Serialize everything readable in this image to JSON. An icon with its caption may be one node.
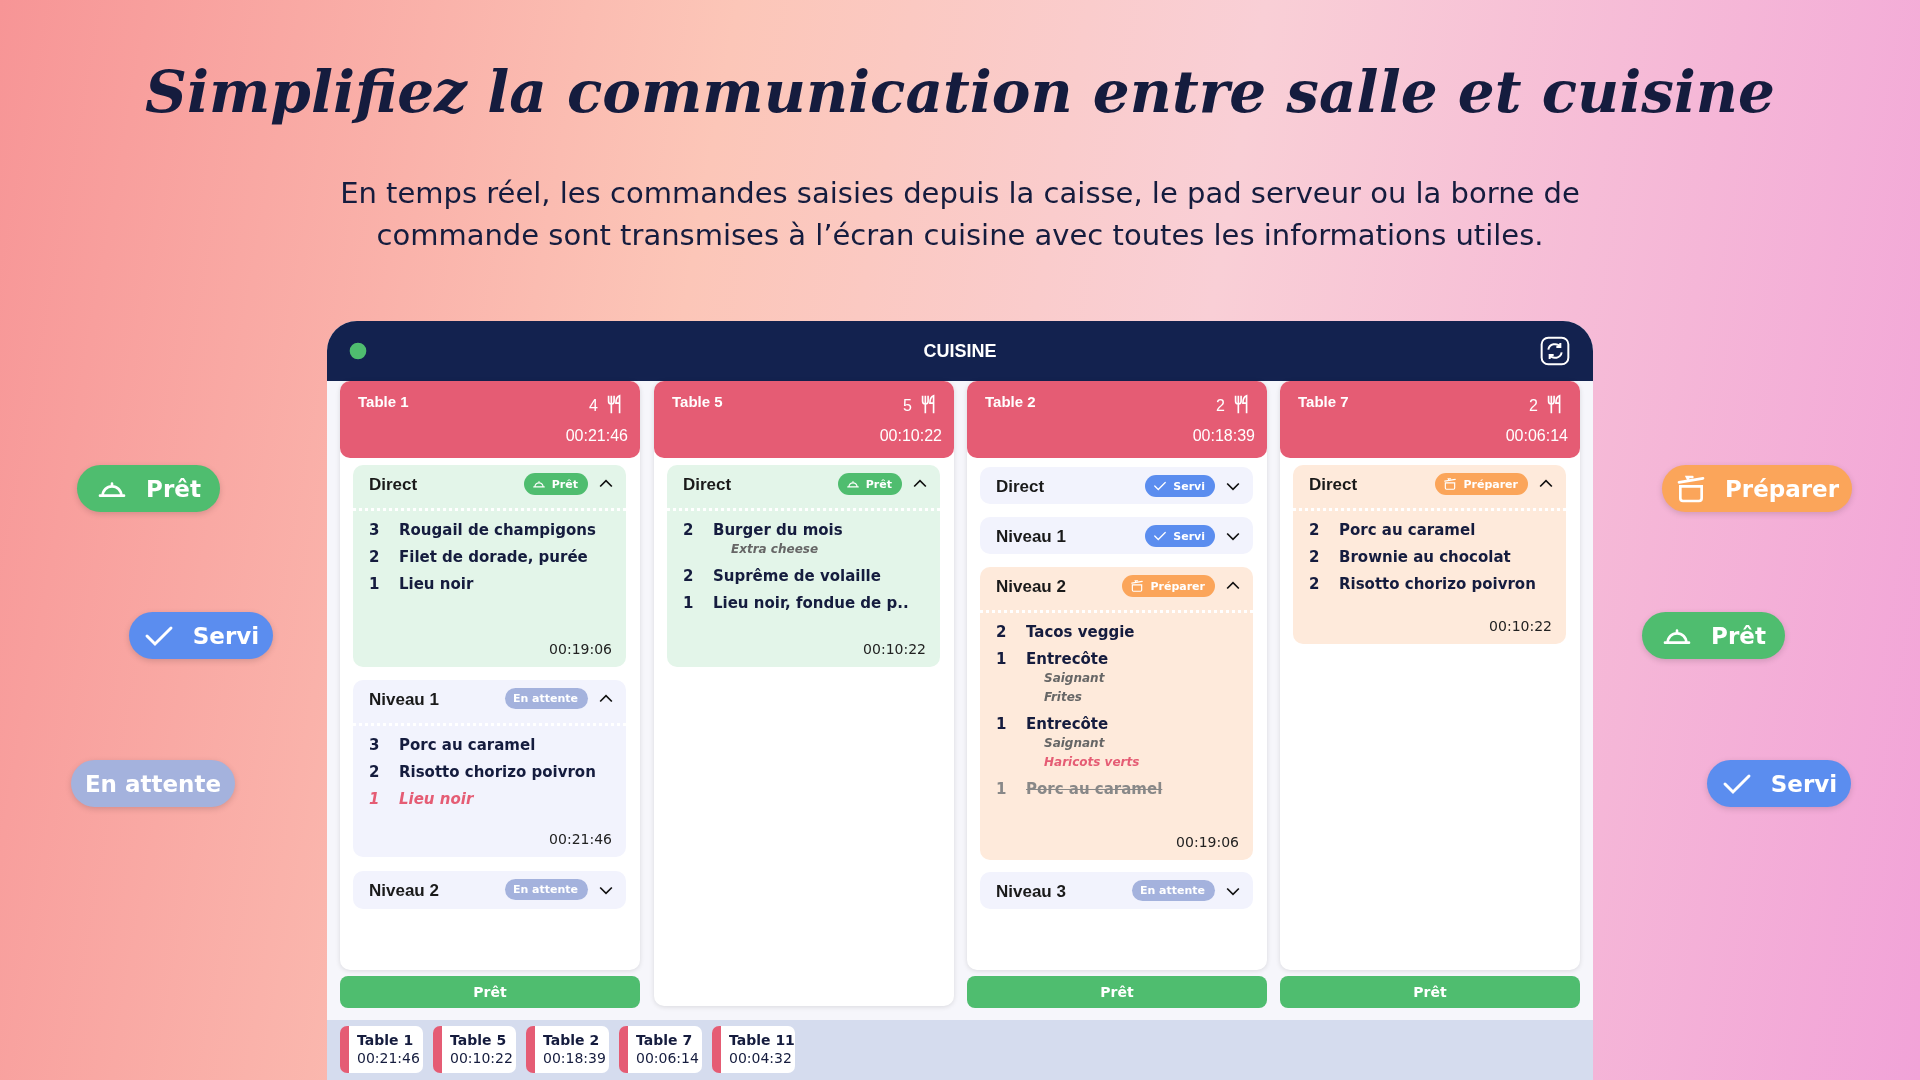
{
  "diagram": {
    "title": "Simplifiez la communication entre salle et cuisine",
    "caption": "En temps réel, les commandes saisies depuis la caisse, le pad serveur ou la borne de commande sont transmises à l’écran cuisine avec toutes les informations utiles.",
    "nodes": [
      {
        "text": [
          "CUISINE"
        ]
      },
      {
        "text": [
          "Table 1",
          "4",
          "00:21:46"
        ],
        "in": 0
      },
      {
        "text": [
          "Direct",
          "3",
          "Rougail de champigons",
          "2",
          "Filet de dorade, purée",
          "1",
          "Lieu noir",
          "00:19:06"
        ],
        "in": 1
      },
      {
        "text": [
          "Prêt"
        ],
        "in": 2
      },
      {
        "text": [
          "Niveau 1",
          "3",
          "Porc au caramel",
          "2",
          "Risotto chorizo poivron",
          "1",
          "Lieu noir",
          "00:21:46"
        ],
        "in": 1
      },
      {
        "text": [
          "En attente"
        ],
        "in": 4
      },
      {
        "text": [
          "Niveau 2"
        ],
        "in": 1
      },
      {
        "text": [
          "En attente"
        ],
        "in": 6
      },
      {
        "text": [
          "Table 5",
          "5",
          "00:10:22"
        ],
        "in": 0
      },
      {
        "text": [
          "Direct",
          "2",
          "Burger du mois",
          "Extra cheese",
          "2",
          "Suprême de volaille",
          "1",
          "Lieu noir, fondue de p..",
          "00:10:22"
        ],
        "in": 8
      },
      {
        "text": [
          "Prêt"
        ],
        "in": 9
      },
      {
        "text": [
          "Table 2",
          "2",
          "00:18:39"
        ],
        "in": 0
      },
      {
        "text": [
          "Direct"
        ],
        "in": 11
      },
      {
        "text": [
          "Servi"
        ],
        "in": 12
      },
      {
        "text": [
          "Niveau 1"
        ],
        "in": 11
      },
      {
        "text": [
          "Servi"
        ],
        "in": 14
      },
      {
        "text": [
          "Niveau 2",
          "2",
          "Tacos veggie",
          "1",
          "Entrecôte",
          "Saignant",
          "Frites",
          "1",
          "Entrecôte",
          "Saignant",
          "Haricots verts",
          "1",
          "Porc au caramel",
          "00:19:06"
        ],
        "in": 11
      },
      {
        "text": [
          "Préparer"
        ],
        "in": 16
      },
      {
        "text": [
          "Niveau 3"
        ],
        "in": 11
      },
      {
        "text": [
          "En attente"
        ],
        "in": 18
      },
      {
        "text": [
          "Table 7",
          "2",
          "00:06:14"
        ],
        "in": 0
      },
      {
        "text": [
          "Direct",
          "2",
          "Porc au caramel",
          "2",
          "Brownie au chocolat",
          "2",
          "Risotto chorizo poivron",
          "00:10:22"
        ],
        "in": 20
      },
      {
        "text": [
          "Préparer"
        ],
        "in": 21
      },
      {
        "text": [
          "Prêt"
        ],
        "in": 0
      },
      {
        "text": [
          "Prêt"
        ],
        "in": 0
      },
      {
        "text": [
          "Prêt"
        ],
        "in": 0
      },
      {
        "text": [
          "Table 1",
          "00:21:46"
        ],
        "in": 0
      },
      {
        "text": [
          "Table 5",
          "00:10:22"
        ],
        "in": 0
      },
      {
        "text": [
          "Table 2",
          "00:18:39"
        ],
        "in": 0
      },
      {
        "text": [
          "Table 7",
          "00:06:14"
        ],
        "in": 0
      },
      {
        "text": [
          "Table 11",
          "00:04:32"
        ],
        "in": 0
      },
      {
        "text": [
          "Prêt"
        ]
      },
      {
        "text": [
          "Servi"
        ]
      },
      {
        "text": [
          "En attente"
        ]
      },
      {
        "text": [
          "Préparer"
        ]
      },
      {
        "text": [
          "Prêt"
        ]
      },
      {
        "text": [
          "Servi"
        ]
      }
    ]
  }
}
